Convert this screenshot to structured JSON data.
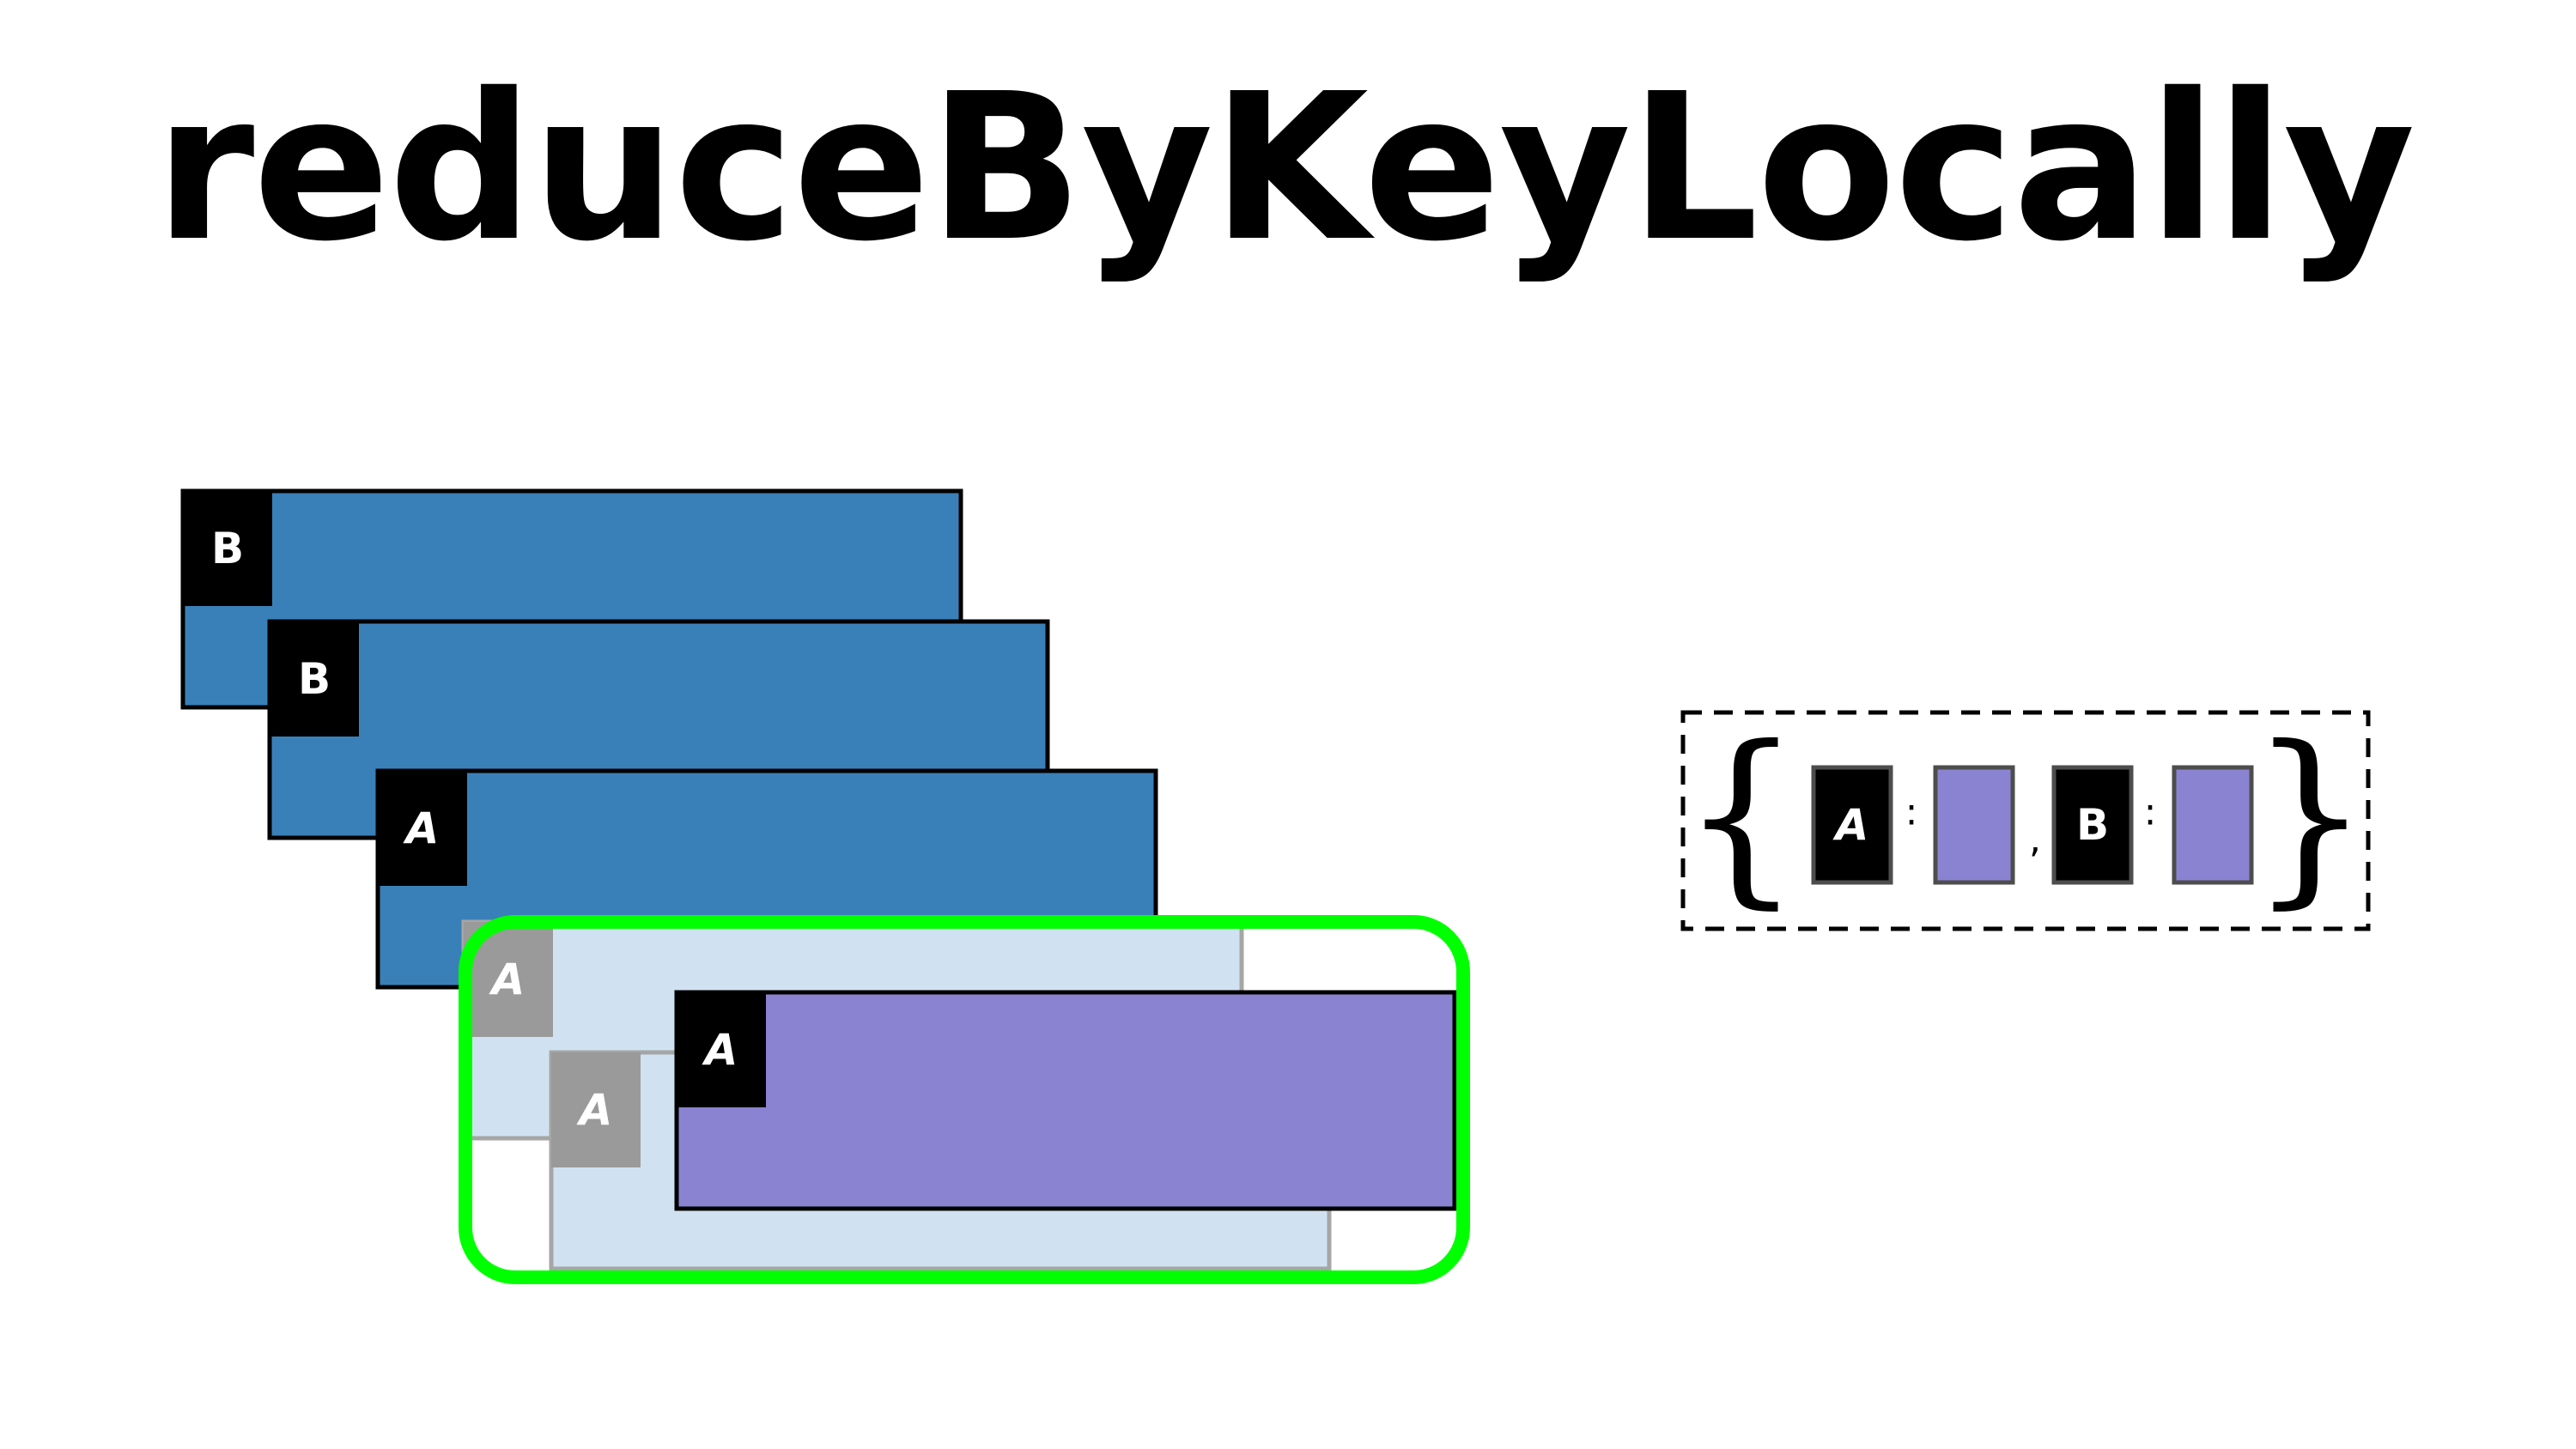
{
  "title": "reduceByKeyLocally",
  "colors": {
    "partition_blue": "#3A80B8",
    "faded_blue": "#D0E2F2",
    "faded_key_gray": "#9A9A9A",
    "reduced_purple": "#8A83D2",
    "key_black": "#000000",
    "highlight_green": "#00FF00"
  },
  "input_partitions": [
    {
      "key": "B"
    },
    {
      "key": "B"
    },
    {
      "key": "A"
    }
  ],
  "faded_records": [
    {
      "key": "A"
    },
    {
      "key": "A"
    }
  ],
  "reduced_record": {
    "key": "A"
  },
  "result_map": {
    "entries": [
      {
        "key": "A",
        "sep": ":"
      },
      {
        "key": "B",
        "sep": ":"
      }
    ],
    "comma": ",",
    "open_brace": "{",
    "close_brace": "}"
  }
}
